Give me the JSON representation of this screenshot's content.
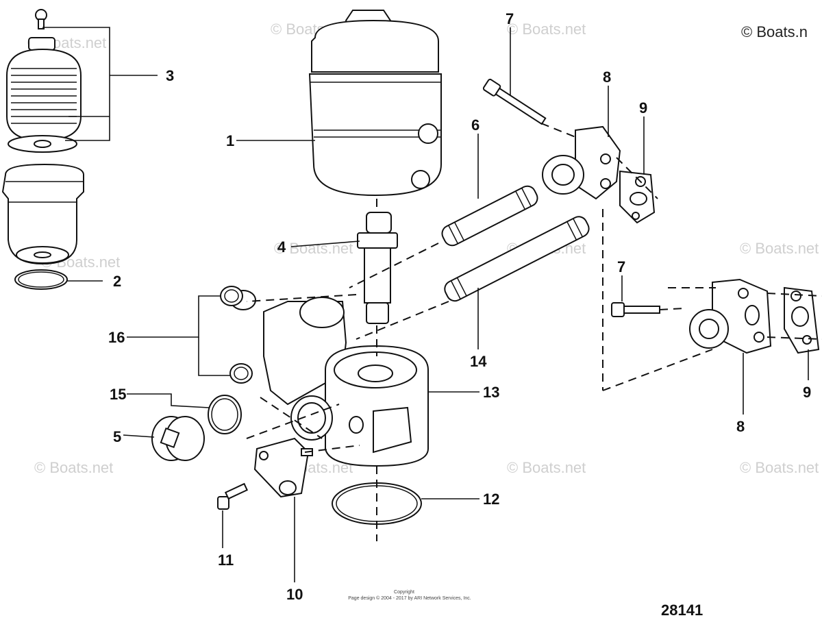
{
  "watermark": "© Boats.net",
  "corner_watermark": "© Boats.n",
  "copyright_line1": "Copyright",
  "copyright_line2": "Page design © 2004 - 2017 by ARI Network Services, Inc.",
  "diagram_number": "28141",
  "callouts": [
    "1",
    "2",
    "3",
    "4",
    "5",
    "6",
    "7",
    "7",
    "8",
    "8",
    "9",
    "9",
    "10",
    "11",
    "12",
    "13",
    "14",
    "15",
    "16"
  ],
  "colors": {
    "line": "#111111",
    "watermark": "#cfcfcf",
    "background": "#ffffff"
  }
}
